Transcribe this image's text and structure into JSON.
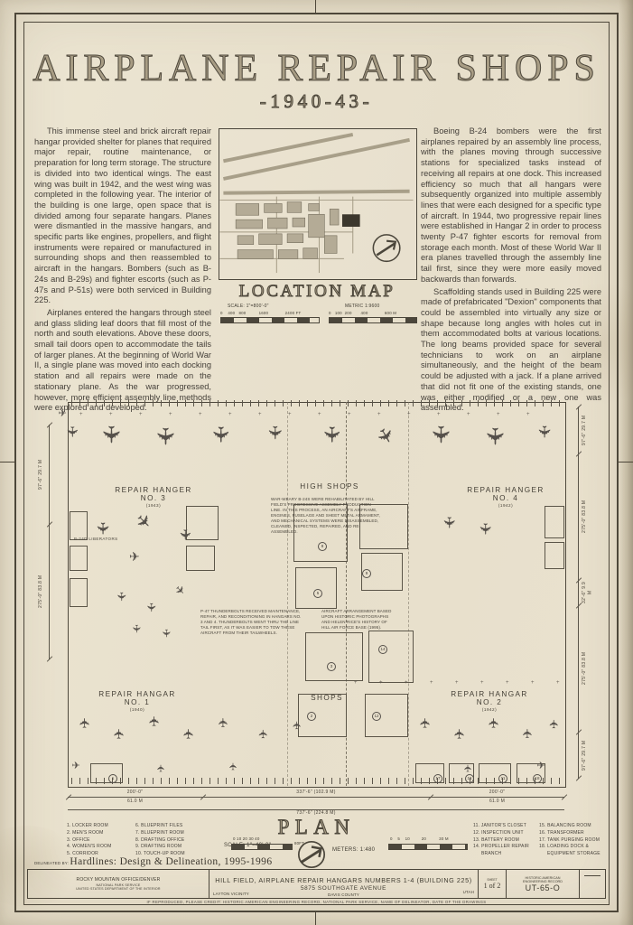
{
  "sheet": {
    "title": "AIRPLANE REPAIR SHOPS",
    "subtitle": "-1940-43-"
  },
  "intro": {
    "left": [
      "This immense steel and brick aircraft repair hangar provided shelter for planes that required major repair, routine maintenance, or preparation for long term storage.  The structure is divided into two identical wings. The east wing was built in 1942, and the west wing was completed in the following year. The interior of the building is one large, open space that is divided among four separate hangars.  Planes were dismantled in the massive hangars, and specific parts like engines, propellers, and flight instruments were repaired or manufactured in surrounding shops and then reassembled to aircraft in the hangars.  Bombers (such as B-24s and B-29s) and fighter escorts (such as P-47s and P-51s) were both serviced in Building 225.",
      "Airplanes entered the hangars through steel and glass sliding leaf doors that fill most of the north and south elevations.  Above these doors, small tail doors open to accommodate the tails of larger planes.  At the beginning of World War II, a single plane was moved into each docking station and all repairs were made on the stationary plane. As the war progressed, however, more efficient assembly line methods were explored and developed."
    ],
    "right": [
      "Boeing B-24 bombers were the first airplanes repaired by an assembly line process, with the planes moving through successive stations for specialized tasks instead of receiving all repairs at one dock.  This increased efficiency so much that all hangars were subsequently organized into multiple assembly lines that were each designed for a specific type of aircraft.  In 1944, two progressive repair lines were established in Hangar 2 in order to process twenty P-47 fighter escorts for removal from storage each month.  Most of these World War II era planes travelled through the assembly line tail first, since they were more easily moved backwards than forwards.",
      "Scaffolding stands used in Building 225 were made of prefabricated \"Dexion\" components that could be assembled into virtually any size or shape because long angles with holes cut in them accommodated bolts at various locations.  The long beams provided space for several technicians to work on an airplane simultaneously, and the height of the beam could be adjusted with a jack.  If a plane arrived that did not fit one of the existing stands, one was either modified or a new one was assembled."
    ]
  },
  "location_map": {
    "title": "LOCATION MAP",
    "scale_label": "SCALE: 1\"=800'-0\"",
    "ft_ticks": "0    400   800          1600             2400 FT",
    "metric_label": "METRIC 1:9600",
    "m_ticks": "0   100  200       400             600 M"
  },
  "plan": {
    "hangar3_name": "REPAIR  HANGER",
    "hangar3_no": "NO. 3",
    "hangar3_year": "(1943)",
    "high_shops": "HIGH  SHOPS",
    "high_shops_note": "WAR-WEARY B-24S WERE REHABILITATED BY HILL FIELD'S PROGRESSIVE ASSEMBLY PRODUCTION LINE.  IN THIS PROCESS, AN AIRCRAFT'S AIRFRAME, ENGINES, FUSELAGE AND SHEET METAL ARMAMENT, AND MECHANICAL SYSTEMS WERE DISASSEMBLED, CLEANED, INSPECTED, REPAIRED, AND RE-ASSEMBLED.",
    "hangar4_name": "REPAIR  HANGER",
    "hangar4_no": "NO. 4",
    "hangar4_year": "(1942)",
    "b24_label": "B-24D LIBERATORS",
    "p47_note": "P-47 THUNDERBOLTS RECEIVED MAINTENANCE, REPAIR, AND RECONDITIONING IN HANGARS NO. 3 AND 4.  THUNDERBOLTS WENT THRU THE LINE TAIL FIRST, AS IT WAS EASIER TO TOW THESE AIRCRAFT FROM THEIR TAILWHEELS.",
    "arrangement_note": "AIRCRAFT ARRANGEMENT BASED UPON HISTORIC PHOTOGRAPHS AND HELEN RICE'S HISTORY OF HILL AIR FORCE BASE (1995).",
    "hangar1_name": "REPAIR  HANGAR",
    "hangar1_no": "NO. 1",
    "hangar1_year": "(1940)",
    "shops": "SHOPS",
    "hangar2_name": "REPAIR  HANGAR",
    "hangar2_no": "NO. 2",
    "hangar2_year": "(1942)",
    "dims_bottom": [
      {
        "ft": "200'-0\"",
        "m": "61.0 M"
      },
      {
        "ft": "337'-6\"  (102.9 M)",
        "m": ""
      },
      {
        "ft": "200'-0\"",
        "m": "61.0 M"
      }
    ],
    "dim_total": "737'-6\"  (224.8 M)",
    "dims_right": [
      {
        "ft": "97'-6\"",
        "m": "29.7 M"
      },
      {
        "ft": "275'-0\"",
        "m": "83.8 M"
      },
      {
        "ft": "32'-6\"",
        "m": "9.9 M"
      },
      {
        "ft": "275'-0\"",
        "m": "83.8 M"
      },
      {
        "ft": "97'-6\"",
        "m": "29.7 M"
      }
    ],
    "dims_left": [
      {
        "ft": "97'-6\"",
        "m": "29.7 M"
      },
      {
        "ft": "275'-0\"",
        "m": "83.8 M"
      }
    ],
    "room_markers": [
      "8",
      "9",
      "5",
      "14",
      "3",
      "2",
      "12",
      "17",
      "16",
      "11",
      "18",
      "1"
    ]
  },
  "plan_footer": {
    "title": "PLAN",
    "scale_label": "SCALE: 1\"=40'-0\"",
    "ft_ticks": "0 10 20 30 40",
    "ft_end": "80FT",
    "meters_label": "METERS: 1:480",
    "m_ticks": "0    5    10         20          30 M"
  },
  "legend": {
    "items": [
      {
        "num": "1.",
        "label": "LOCKER ROOM"
      },
      {
        "num": "2.",
        "label": "MEN'S ROOM"
      },
      {
        "num": "3.",
        "label": "OFFICE"
      },
      {
        "num": "4.",
        "label": "WOMEN'S ROOM"
      },
      {
        "num": "5.",
        "label": "CORRIDOR"
      },
      {
        "num": "6.",
        "label": "BLUEPRINT FILES"
      },
      {
        "num": "7.",
        "label": "BLUEPRINT ROOM"
      },
      {
        "num": "8.",
        "label": "DRAFTING OFFICE"
      },
      {
        "num": "9.",
        "label": "DRAFTING ROOM"
      },
      {
        "num": "10.",
        "label": "TOUCH-UP ROOM"
      },
      {
        "num": "11.",
        "label": "JANITOR'S CLOSET"
      },
      {
        "num": "12.",
        "label": "INSPECTION UNIT"
      },
      {
        "num": "13.",
        "label": "BATTERY ROOM"
      },
      {
        "num": "14.",
        "label": "PROPELLER REPAIR BRANCH"
      },
      {
        "num": "15.",
        "label": "BALANCING ROOM"
      },
      {
        "num": "16.",
        "label": "TRANSFORMER"
      },
      {
        "num": "17.",
        "label": "TANK PURGING ROOM"
      },
      {
        "num": "18.",
        "label": "LOADING DOCK & EQUIPMENT STORAGE"
      }
    ]
  },
  "credits": {
    "delineated_label": "DELINEATED BY:",
    "delineated_by": "Hardlines: Design & Delineation, 1995-1996",
    "reproduction": "IF REPRODUCED, PLEASE CREDIT: HISTORIC AMERICAN ENGINEERING RECORD, NATIONAL PARK SERVICE, NAME OF DELINEATOR, DATE OF THE DRAWINGS"
  },
  "title_block": {
    "office": "ROCKY MOUNTAIN OFFICE/DENVER",
    "agency1": "NATIONAL PARK SERVICE",
    "agency2": "UNITED STATES DEPARTMENT OF THE INTERIOR",
    "project_line1": "HILL FIELD, AIRPLANE REPAIR HANGARS NUMBERS 1-4 (BUILDING 225)",
    "project_line2": "5875 SOUTHGATE AVENUE",
    "vicinity": "LAYTON VICINITY",
    "county": "DAVIS COUNTY",
    "state": "UTAH",
    "sheet_label": "SHEET",
    "sheet_no": "1 of 2",
    "record_label1": "HISTORIC AMERICAN",
    "record_label2": "ENGINEERING RECORD",
    "record_no": "UT-65-O"
  }
}
